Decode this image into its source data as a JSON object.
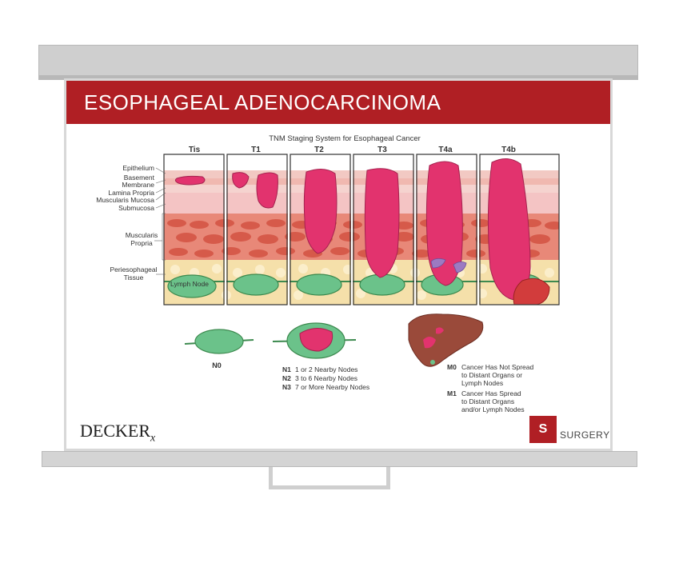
{
  "slide": {
    "title": "ESOPHAGEAL ADENOCARCINOMA",
    "colors": {
      "brand_red": "#b01f24",
      "tumor_pink": "#e2336e",
      "node_green": "#6bc28a",
      "muscle_red": "#d9604f",
      "fat_yellow": "#f4dfa8"
    }
  },
  "diagram": {
    "heading": "TNM Staging System for Esophageal Cancer",
    "stages": [
      "Tis",
      "T1",
      "T2",
      "T3",
      "T4a",
      "T4b"
    ],
    "layer_labels": {
      "epithelium": "Epithelium",
      "basement_1": "Basement",
      "basement_2": "Membrane",
      "lamina": "Lamina Propria",
      "mucosa": "Muscularis Mucosa",
      "submucosa": "Submucosa",
      "muscularis_1": "Muscularis",
      "muscularis_2": "Propria",
      "peri_1": "Periesophageal",
      "peri_2": "Tissue"
    },
    "lymph_node_label": "Lymph Node",
    "n0": "N0",
    "n_stages": [
      {
        "code": "N1",
        "text": "1 or 2 Nearby Nodes"
      },
      {
        "code": "N2",
        "text": "3 to 6 Nearby Nodes"
      },
      {
        "code": "N3",
        "text": "7 or More Nearby Nodes"
      }
    ],
    "m0": {
      "code": "M0",
      "lines": [
        "Cancer Has Not Spread",
        "to Distant Organs or",
        "Lymph Nodes"
      ]
    },
    "m1": {
      "code": "M1",
      "lines": [
        "Cancer Has Spread",
        "to Distant Organs",
        "and/or Lymph Nodes"
      ]
    }
  },
  "logos": {
    "decker": "DECKER",
    "decker_rx": "x",
    "surgery_mark": "S",
    "surgery": "SURGERY"
  }
}
